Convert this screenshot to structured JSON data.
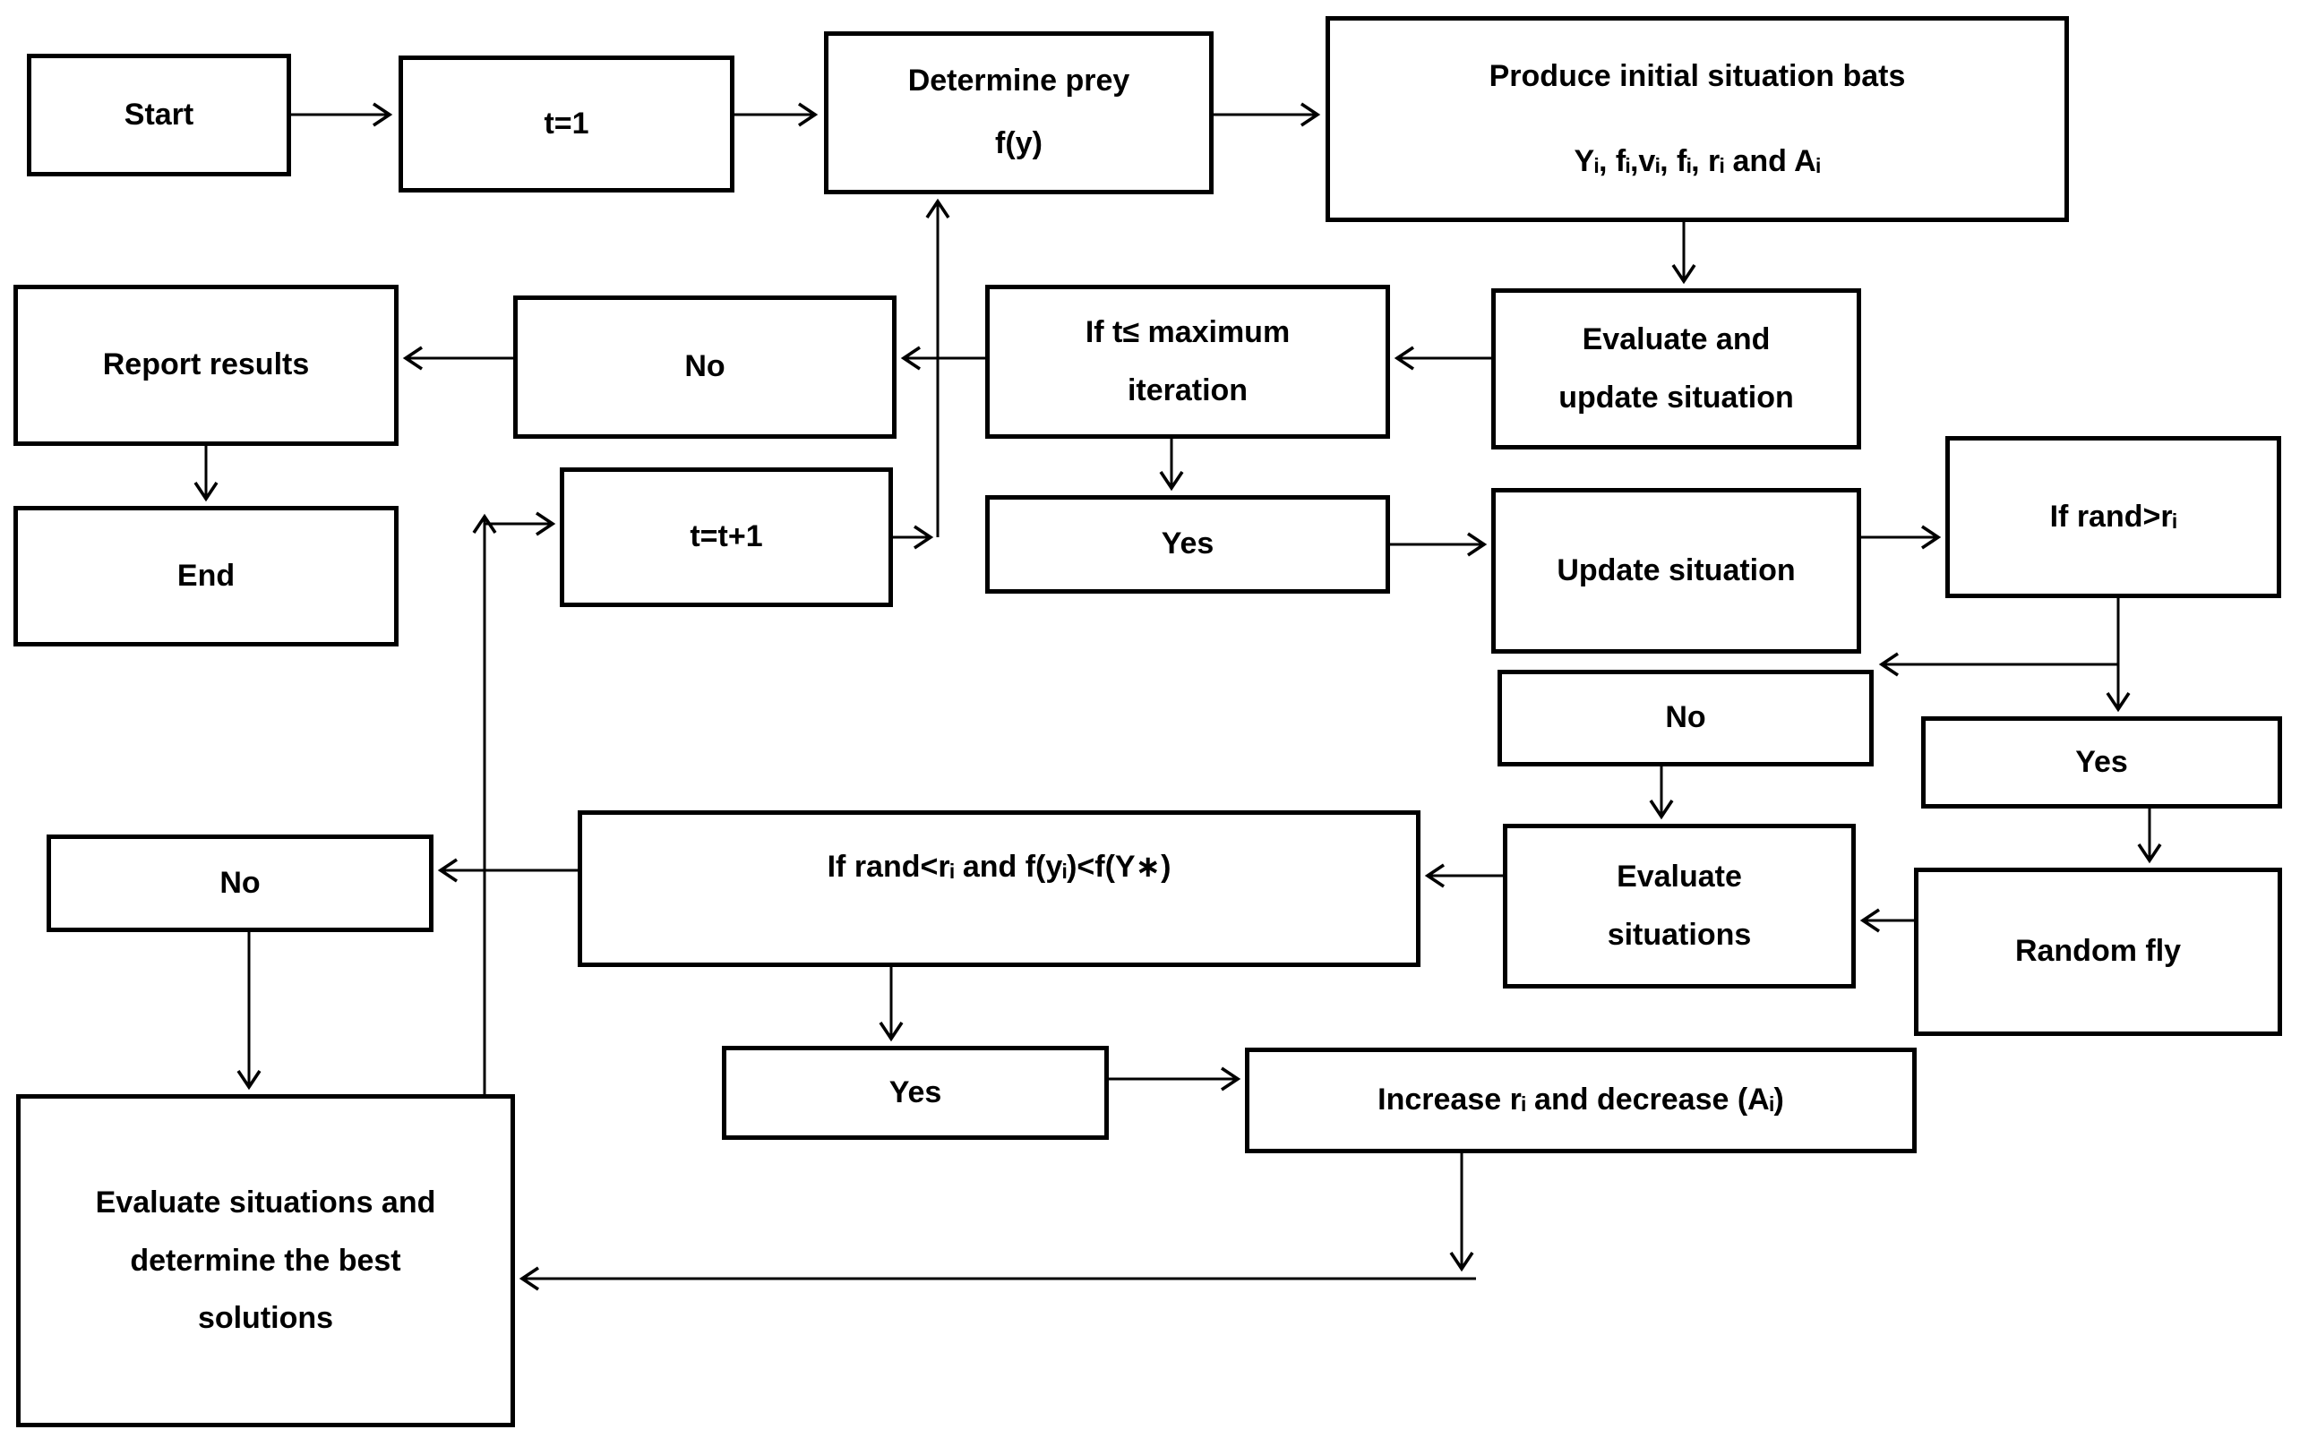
{
  "diagram_type": "flowchart",
  "colors": {
    "stroke": "#000000",
    "box_fill": "#ffffff",
    "background": "#ffffff",
    "text": "#000000"
  },
  "nodes": {
    "start": {
      "label": "Start"
    },
    "t_init": {
      "label": "t=1"
    },
    "determine_prey": {
      "label": "Determine prey\nf(y)"
    },
    "produce_initial": {
      "label": "Produce initial situation bats\nYᵢ, fᵢ,vᵢ, fᵢ, rᵢ and Aᵢ"
    },
    "report_results": {
      "label": "Report results"
    },
    "no_iteration": {
      "label": "No"
    },
    "if_t_max": {
      "label": "If t≤ maximum\niteration"
    },
    "evaluate_update": {
      "label": "Evaluate and\nupdate situation"
    },
    "end": {
      "label": "End"
    },
    "t_increment": {
      "label": "t=t+1"
    },
    "yes_iteration": {
      "label": "Yes"
    },
    "update_situation": {
      "label": "Update situation"
    },
    "if_rand_gt": {
      "label": "If rand>rᵢ"
    },
    "no_rand_gt": {
      "label": "No"
    },
    "yes_rand_gt": {
      "label": "Yes"
    },
    "no_improve": {
      "label": "No"
    },
    "if_rand_lt": {
      "label": "If rand<rᵢ and f(yᵢ)<f(Y∗)"
    },
    "evaluate_situations": {
      "label": "Evaluate\nsituations"
    },
    "random_fly": {
      "label": "Random fly"
    },
    "yes_improve": {
      "label": "Yes"
    },
    "increase_decrease": {
      "label": "Increase rᵢ and decrease (Aᵢ)"
    },
    "evaluate_best": {
      "label": "Evaluate situations and\ndetermine the best\nsolutions"
    }
  }
}
